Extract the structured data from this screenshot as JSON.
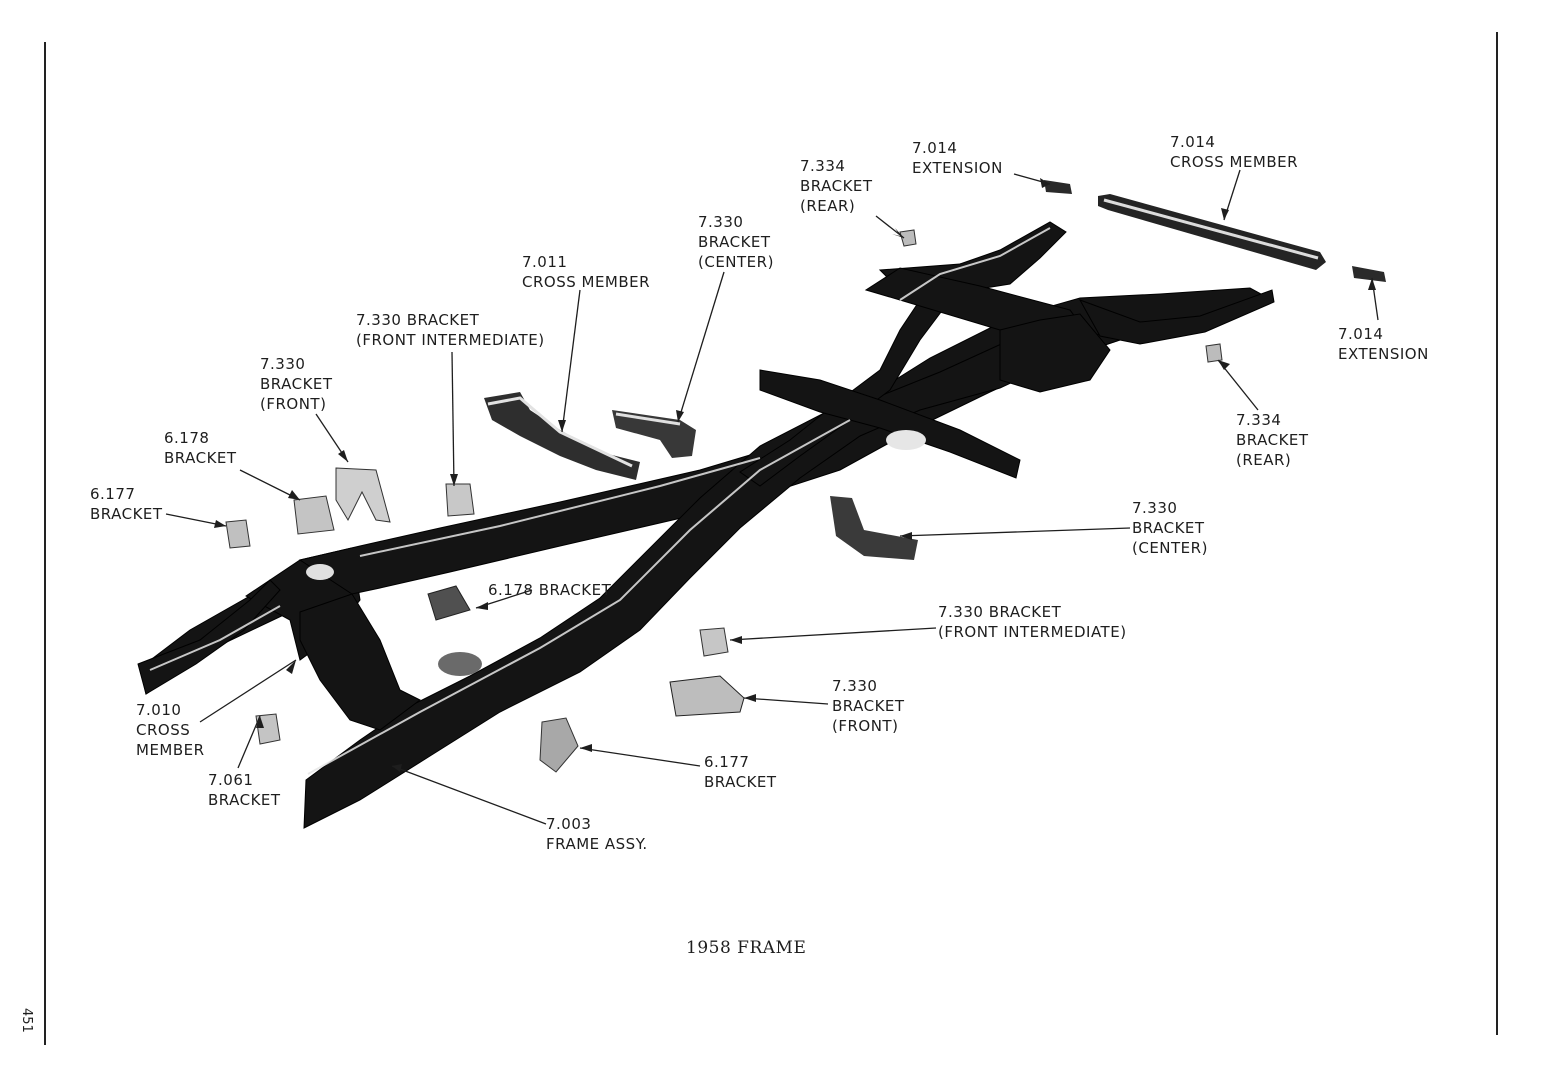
{
  "labels": {
    "ext_left": [
      "7.014",
      "EXTENSION"
    ],
    "cross_rear": [
      "7.014",
      "CROSS MEMBER"
    ],
    "bkt_rear_l": [
      "7.334",
      "BRACKET",
      "(REAR)"
    ],
    "bkt_center_l": [
      "7.330",
      "BRACKET",
      "(CENTER)"
    ],
    "cross_7011": [
      "7.011",
      "CROSS MEMBER"
    ],
    "bkt_fi_l": [
      "7.330 BRACKET",
      "(FRONT INTERMEDIATE)"
    ],
    "bkt_front_l": [
      "7.330",
      "BRACKET",
      "(FRONT)"
    ],
    "bkt_6178_l": [
      "6.178",
      "BRACKET"
    ],
    "bkt_6177_l": [
      "6.177",
      "BRACKET"
    ],
    "ext_right": [
      "7.014",
      "EXTENSION"
    ],
    "bkt_rear_r": [
      "7.334",
      "BRACKET",
      "(REAR)"
    ],
    "bkt_center_r": [
      "7.330",
      "BRACKET",
      "(CENTER)"
    ],
    "bkt_6178_c": [
      "6.178  BRACKET"
    ],
    "bkt_fi_r": [
      "7.330 BRACKET",
      "(FRONT INTERMEDIATE)"
    ],
    "bkt_front_r": [
      "7.330",
      "BRACKET",
      "(FRONT)"
    ],
    "bkt_6177_r": [
      "6.177",
      "BRACKET"
    ],
    "cross_7010": [
      "7.010",
      "CROSS",
      "MEMBER"
    ],
    "bkt_7061": [
      "7.061",
      "BRACKET"
    ],
    "frame_assy": [
      "7.003",
      "FRAME ASSY."
    ]
  },
  "caption": "1958 FRAME",
  "page_number": "451",
  "colors": {
    "ink": "#1e1e1e",
    "frame": "#141414",
    "part_light": "#d8d8d8"
  }
}
